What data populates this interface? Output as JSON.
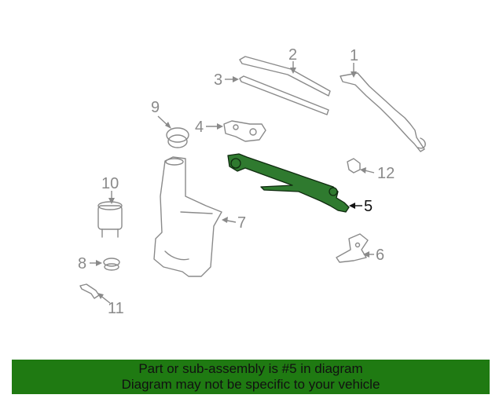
{
  "callouts": [
    {
      "id": "1",
      "label": "1"
    },
    {
      "id": "2",
      "label": "2"
    },
    {
      "id": "3",
      "label": "3"
    },
    {
      "id": "4",
      "label": "4"
    },
    {
      "id": "5",
      "label": "5"
    },
    {
      "id": "6",
      "label": "6"
    },
    {
      "id": "7",
      "label": "7"
    },
    {
      "id": "8",
      "label": "8"
    },
    {
      "id": "9",
      "label": "9"
    },
    {
      "id": "10",
      "label": "10"
    },
    {
      "id": "11",
      "label": "11"
    },
    {
      "id": "12",
      "label": "12"
    }
  ],
  "highlighted_part": "5",
  "colors": {
    "banner": "#1f7a12",
    "highlight": "#2f7a2f",
    "line_art": "#8a8a8a"
  },
  "banner": {
    "line1": "Part or sub-assembly is #5 in diagram",
    "line2": "Diagram may not be specific to your vehicle"
  }
}
